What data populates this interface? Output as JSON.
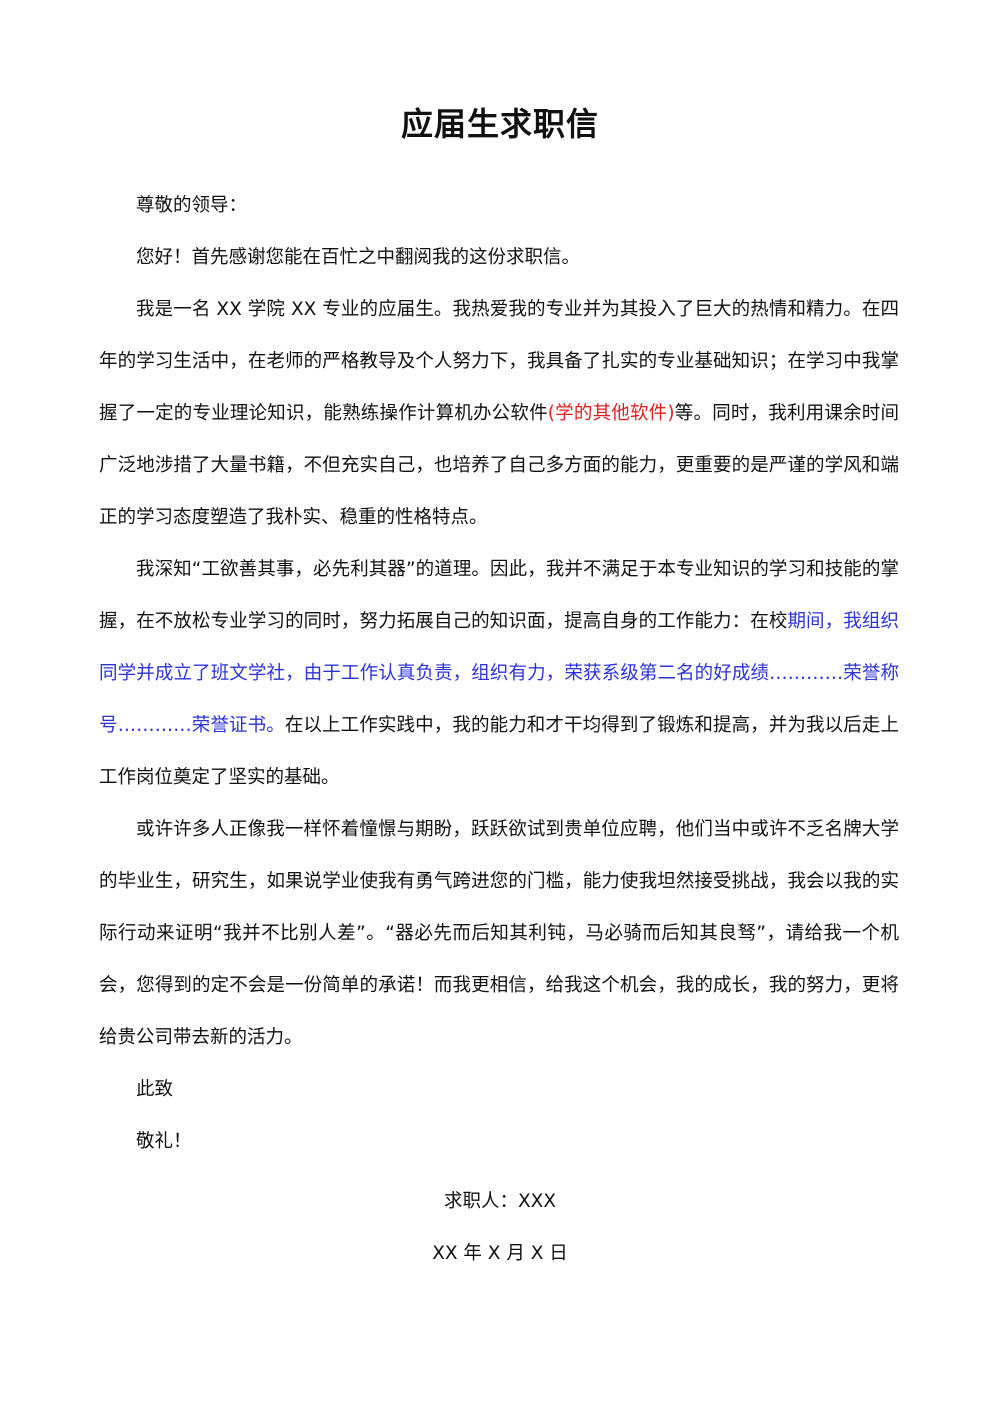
{
  "document": {
    "title": "应届生求职信",
    "salutation": "尊敬的领导：",
    "greeting": "您好！首先感谢您能在百忙之中翻阅我的这份求职信。",
    "para1": {
      "text_before": "我是一名 XX 学院 XX 专业的应届生。我热爱我的专业并为其投入了巨大的热情和精力。在四年的学习生活中，在老师的严格教导及个人努力下，我具备了扎实的专业基础知识；在学习中我掌握了一定的专业理论知识，能熟练操作计算机办公软件",
      "highlight": "(学的其他软件)",
      "text_after": "等。同时，我利用课余时间广泛地涉措了大量书籍，不但充实自己，也培养了自己多方面的能力，更重要的是严谨的学风和端正的学习态度塑造了我朴实、稳重的性格特点。"
    },
    "para2": {
      "text_before": "我深知“工欲善其事，必先利其器”的道理。因此，我并不满足于本专业知识的学习和技能的掌握，在不放松专业学习的同时，努力拓展自己的知识面，提高自身的工作能力：在校",
      "highlight": "期间，我组织同学并成立了班文学社，由于工作认真负责，组织有力，荣获系级第二名的好成绩…………荣誉称号…………荣誉证书。",
      "text_after": "在以上工作实践中，我的能力和才干均得到了锻炼和提高，并为我以后走上工作岗位奠定了坚实的基础。"
    },
    "para3": "或许许多人正像我一样怀着憧憬与期盼，跃跃欲试到贵单位应聘，他们当中或许不乏名牌大学的毕业生，研究生，如果说学业使我有勇气跨进您的门槛，能力使我坦然接受挑战，我会以我的实际行动来证明“我并不比别人差”。“器必先而后知其利钝，马必骑而后知其良驽”，请给我一个机会，您得到的定不会是一份简单的承诺！而我更相信，给我这个机会，我的成长，我的努力，更将给贵公司带去新的活力。",
    "closing1": "此致",
    "closing2": "敬礼！",
    "signature": "求职人：XXX",
    "date": "XX 年 X 月 X 日"
  },
  "colors": {
    "highlight_red": "#e02020",
    "highlight_blue": "#2b33d6",
    "text": "#111111"
  }
}
